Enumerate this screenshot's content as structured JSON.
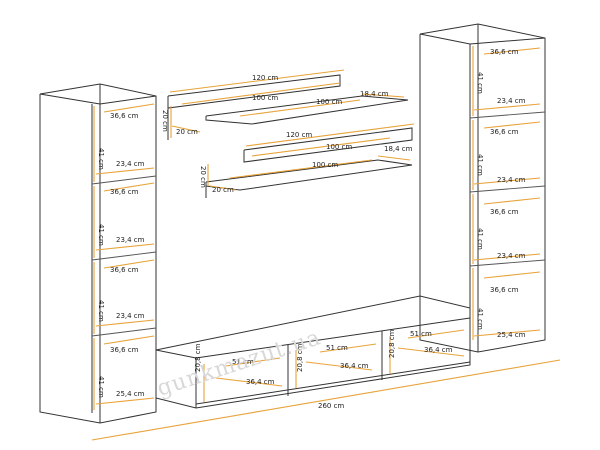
{
  "colors": {
    "dimension": "#e8a33a",
    "outline": "#333333",
    "background": "#ffffff"
  },
  "watermark": "gunkmazut.ua",
  "left_cabinet": {
    "depth_labels": [
      "36,6 cm",
      "36,6 cm",
      "36,6 cm",
      "36,6 cm"
    ],
    "shelf_labels": [
      "23,4 cm",
      "23,4 cm",
      "23,4 cm",
      "25,4 cm"
    ],
    "height_labels": [
      "41 cm",
      "41 cm",
      "41 cm",
      "41 cm"
    ]
  },
  "right_cabinet": {
    "depth_labels": [
      "36,6 cm",
      "36,6 cm",
      "36,6 cm",
      "36,6 cm"
    ],
    "shelf_labels": [
      "23,4 cm",
      "23,4 cm",
      "23,4 cm",
      "25,4 cm"
    ],
    "height_labels": [
      "41 cm",
      "41 cm",
      "41 cm",
      "41 cm"
    ]
  },
  "top_shelf": {
    "width": "120 cm",
    "inner_front": "100 cm",
    "inner_back": "100 cm",
    "depth": "18,4 cm",
    "height": "20 cm",
    "side": "20 cm"
  },
  "middle_shelf": {
    "width": "120 cm",
    "inner_front": "100 cm",
    "inner_back": "100 cm",
    "depth": "18,4 cm",
    "height": "20 cm",
    "side": "20 cm"
  },
  "tv_stand": {
    "compartment_widths": [
      "51 cm",
      "51 cm",
      "51 cm"
    ],
    "compartment_depths": [
      "36,4 cm",
      "36,4 cm",
      "36,4 cm"
    ],
    "compartment_heights": [
      "20,8 cm",
      "20,8 cm",
      "20,8 cm"
    ]
  },
  "overall_width": "260 cm"
}
